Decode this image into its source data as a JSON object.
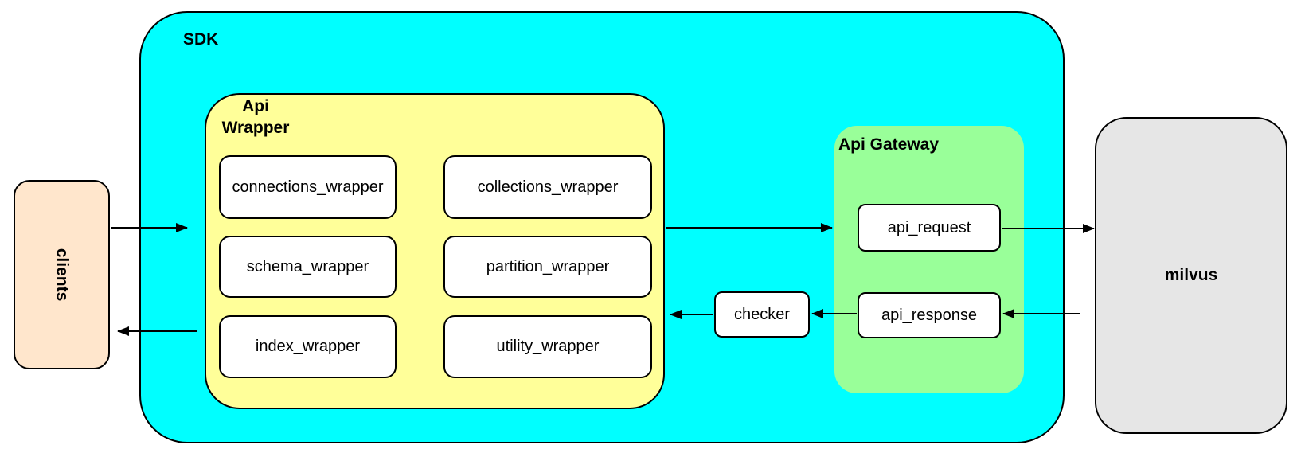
{
  "diagram": {
    "clients": {
      "label": "clients"
    },
    "sdk": {
      "label": "SDK",
      "api_wrapper": {
        "label": "Api Wrapper",
        "boxes": [
          "connections_wrapper",
          "collections_wrapper",
          "schema_wrapper",
          "partition_wrapper",
          "index_wrapper",
          "utility_wrapper"
        ]
      },
      "checker": {
        "label": "checker"
      },
      "api_gateway": {
        "label": "Api Gateway",
        "boxes": [
          "api_request",
          "api_response"
        ]
      }
    },
    "milvus": {
      "label": "milvus"
    },
    "colors": {
      "sdk_fill": "#00ffff",
      "api_wrapper_fill": "#ffff99",
      "api_gateway_fill": "#99ff99",
      "clients_fill": "#ffe6cc",
      "milvus_fill": "#e6e6e6",
      "node_fill": "#ffffff",
      "border": "#000000"
    },
    "connections": [
      {
        "from": "clients",
        "to": "Api Wrapper"
      },
      {
        "from": "Api Wrapper",
        "to": "Api Gateway"
      },
      {
        "from": "api_request",
        "to": "milvus"
      },
      {
        "from": "milvus",
        "to": "api_response"
      },
      {
        "from": "api_response",
        "to": "checker"
      },
      {
        "from": "checker",
        "to": "Api Wrapper"
      },
      {
        "from": "SDK",
        "to": "clients"
      }
    ]
  }
}
